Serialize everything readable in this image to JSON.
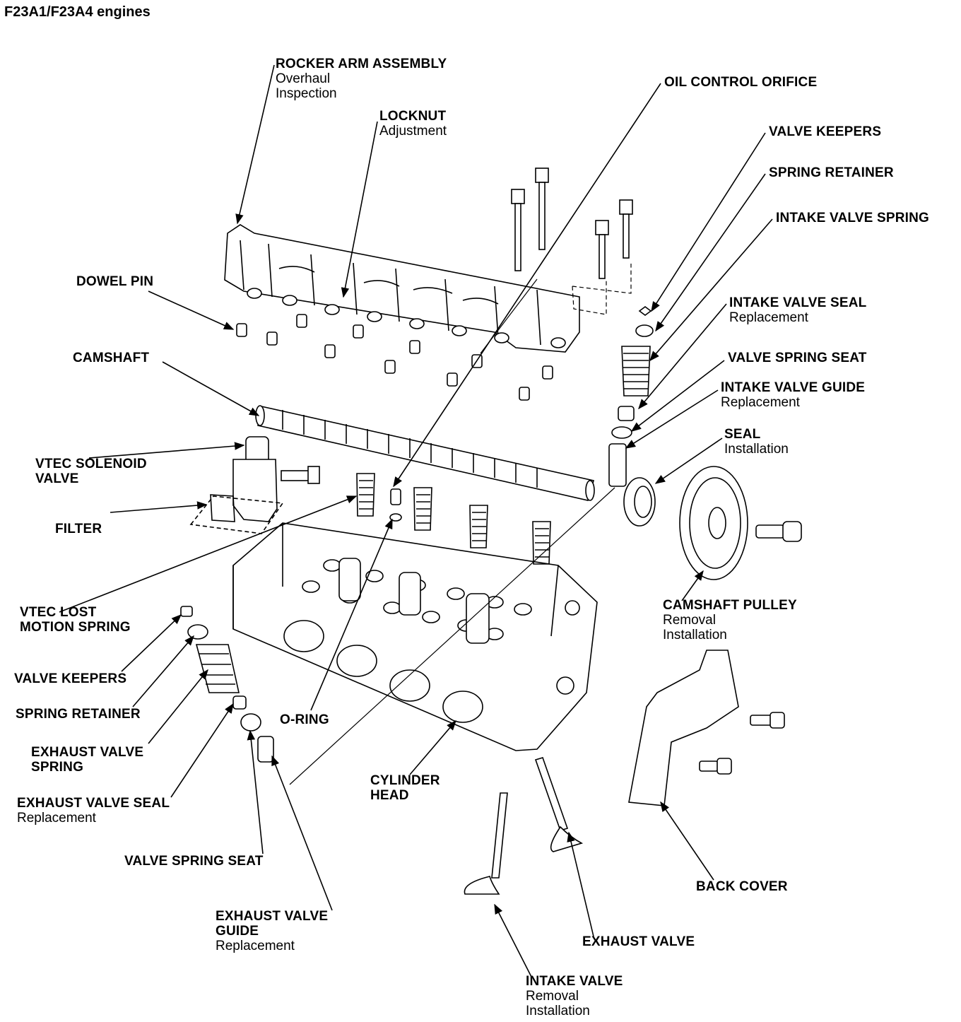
{
  "title": "F23A1/F23A4 engines",
  "labels": {
    "rocker_arm_assembly": {
      "title": "ROCKER ARM ASSEMBLY",
      "sub": [
        "Overhaul",
        "Inspection"
      ]
    },
    "locknut": {
      "title": "LOCKNUT",
      "sub": [
        "Adjustment"
      ]
    },
    "oil_control_orifice": {
      "title": "OIL CONTROL ORIFICE",
      "sub": []
    },
    "valve_keepers_intake": {
      "title": "VALVE KEEPERS",
      "sub": []
    },
    "spring_retainer_intake": {
      "title": "SPRING RETAINER",
      "sub": []
    },
    "intake_valve_spring": {
      "title": "INTAKE VALVE SPRING",
      "sub": []
    },
    "intake_valve_seal": {
      "title": "INTAKE VALVE SEAL",
      "sub": [
        "Replacement"
      ]
    },
    "valve_spring_seat_intake": {
      "title": "VALVE SPRING SEAT",
      "sub": []
    },
    "intake_valve_guide": {
      "title": "INTAKE VALVE GUIDE",
      "sub": [
        "Replacement"
      ]
    },
    "seal": {
      "title": "SEAL",
      "sub": [
        "Installation"
      ]
    },
    "dowel_pin": {
      "title": "DOWEL PIN",
      "sub": []
    },
    "camshaft": {
      "title": "CAMSHAFT",
      "sub": []
    },
    "vtec_solenoid_valve": {
      "title": "VTEC SOLENOID VALVE",
      "sub": []
    },
    "filter": {
      "title": "FILTER",
      "sub": []
    },
    "vtec_lost_motion_spring": {
      "title": "VTEC LOST MOTION SPRING",
      "sub": []
    },
    "valve_keepers_exhaust": {
      "title": "VALVE KEEPERS",
      "sub": []
    },
    "spring_retainer_exhaust": {
      "title": "SPRING RETAINER",
      "sub": []
    },
    "exhaust_valve_spring": {
      "title": "EXHAUST VALVE SPRING",
      "sub": []
    },
    "exhaust_valve_seal": {
      "title": "EXHAUST VALVE SEAL",
      "sub": [
        "Replacement"
      ]
    },
    "valve_spring_seat_exhaust": {
      "title": "VALVE SPRING SEAT",
      "sub": []
    },
    "exhaust_valve_guide": {
      "title": "EXHAUST VALVE GUIDE",
      "sub": [
        "Replacement"
      ]
    },
    "o_ring": {
      "title": "O-RING",
      "sub": []
    },
    "cylinder_head": {
      "title": "CYLINDER HEAD",
      "sub": []
    },
    "camshaft_pulley": {
      "title": "CAMSHAFT PULLEY",
      "sub": [
        "Removal",
        "Installation"
      ]
    },
    "back_cover": {
      "title": "BACK COVER",
      "sub": []
    },
    "exhaust_valve": {
      "title": "EXHAUST VALVE",
      "sub": []
    },
    "intake_valve": {
      "title": "INTAKE VALVE",
      "sub": [
        "Removal",
        "Installation"
      ]
    }
  }
}
